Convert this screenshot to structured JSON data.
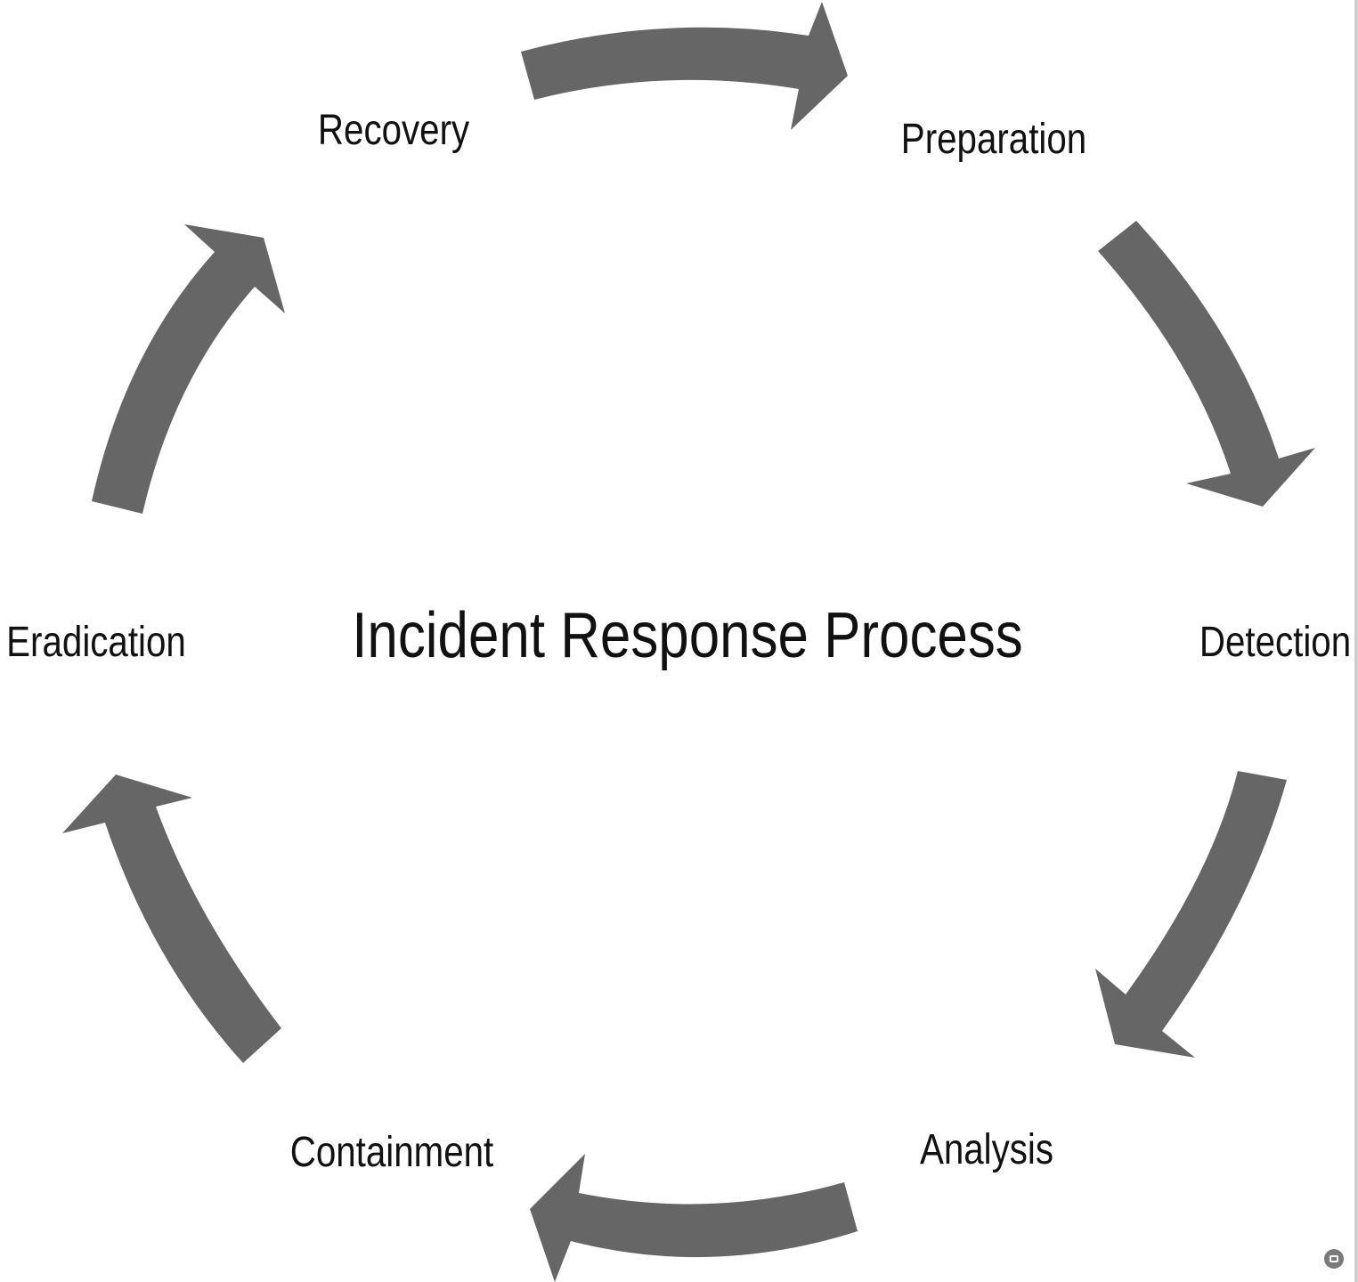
{
  "diagram": {
    "title": "Incident Response Process",
    "arrow_color": "#666666",
    "text_color": "#111111",
    "stages": [
      {
        "label": "Preparation"
      },
      {
        "label": "Detection"
      },
      {
        "label": "Analysis"
      },
      {
        "label": "Containment"
      },
      {
        "label": "Eradication"
      },
      {
        "label": "Recovery"
      }
    ]
  },
  "corner_badge": {
    "icon": "expand-icon"
  }
}
